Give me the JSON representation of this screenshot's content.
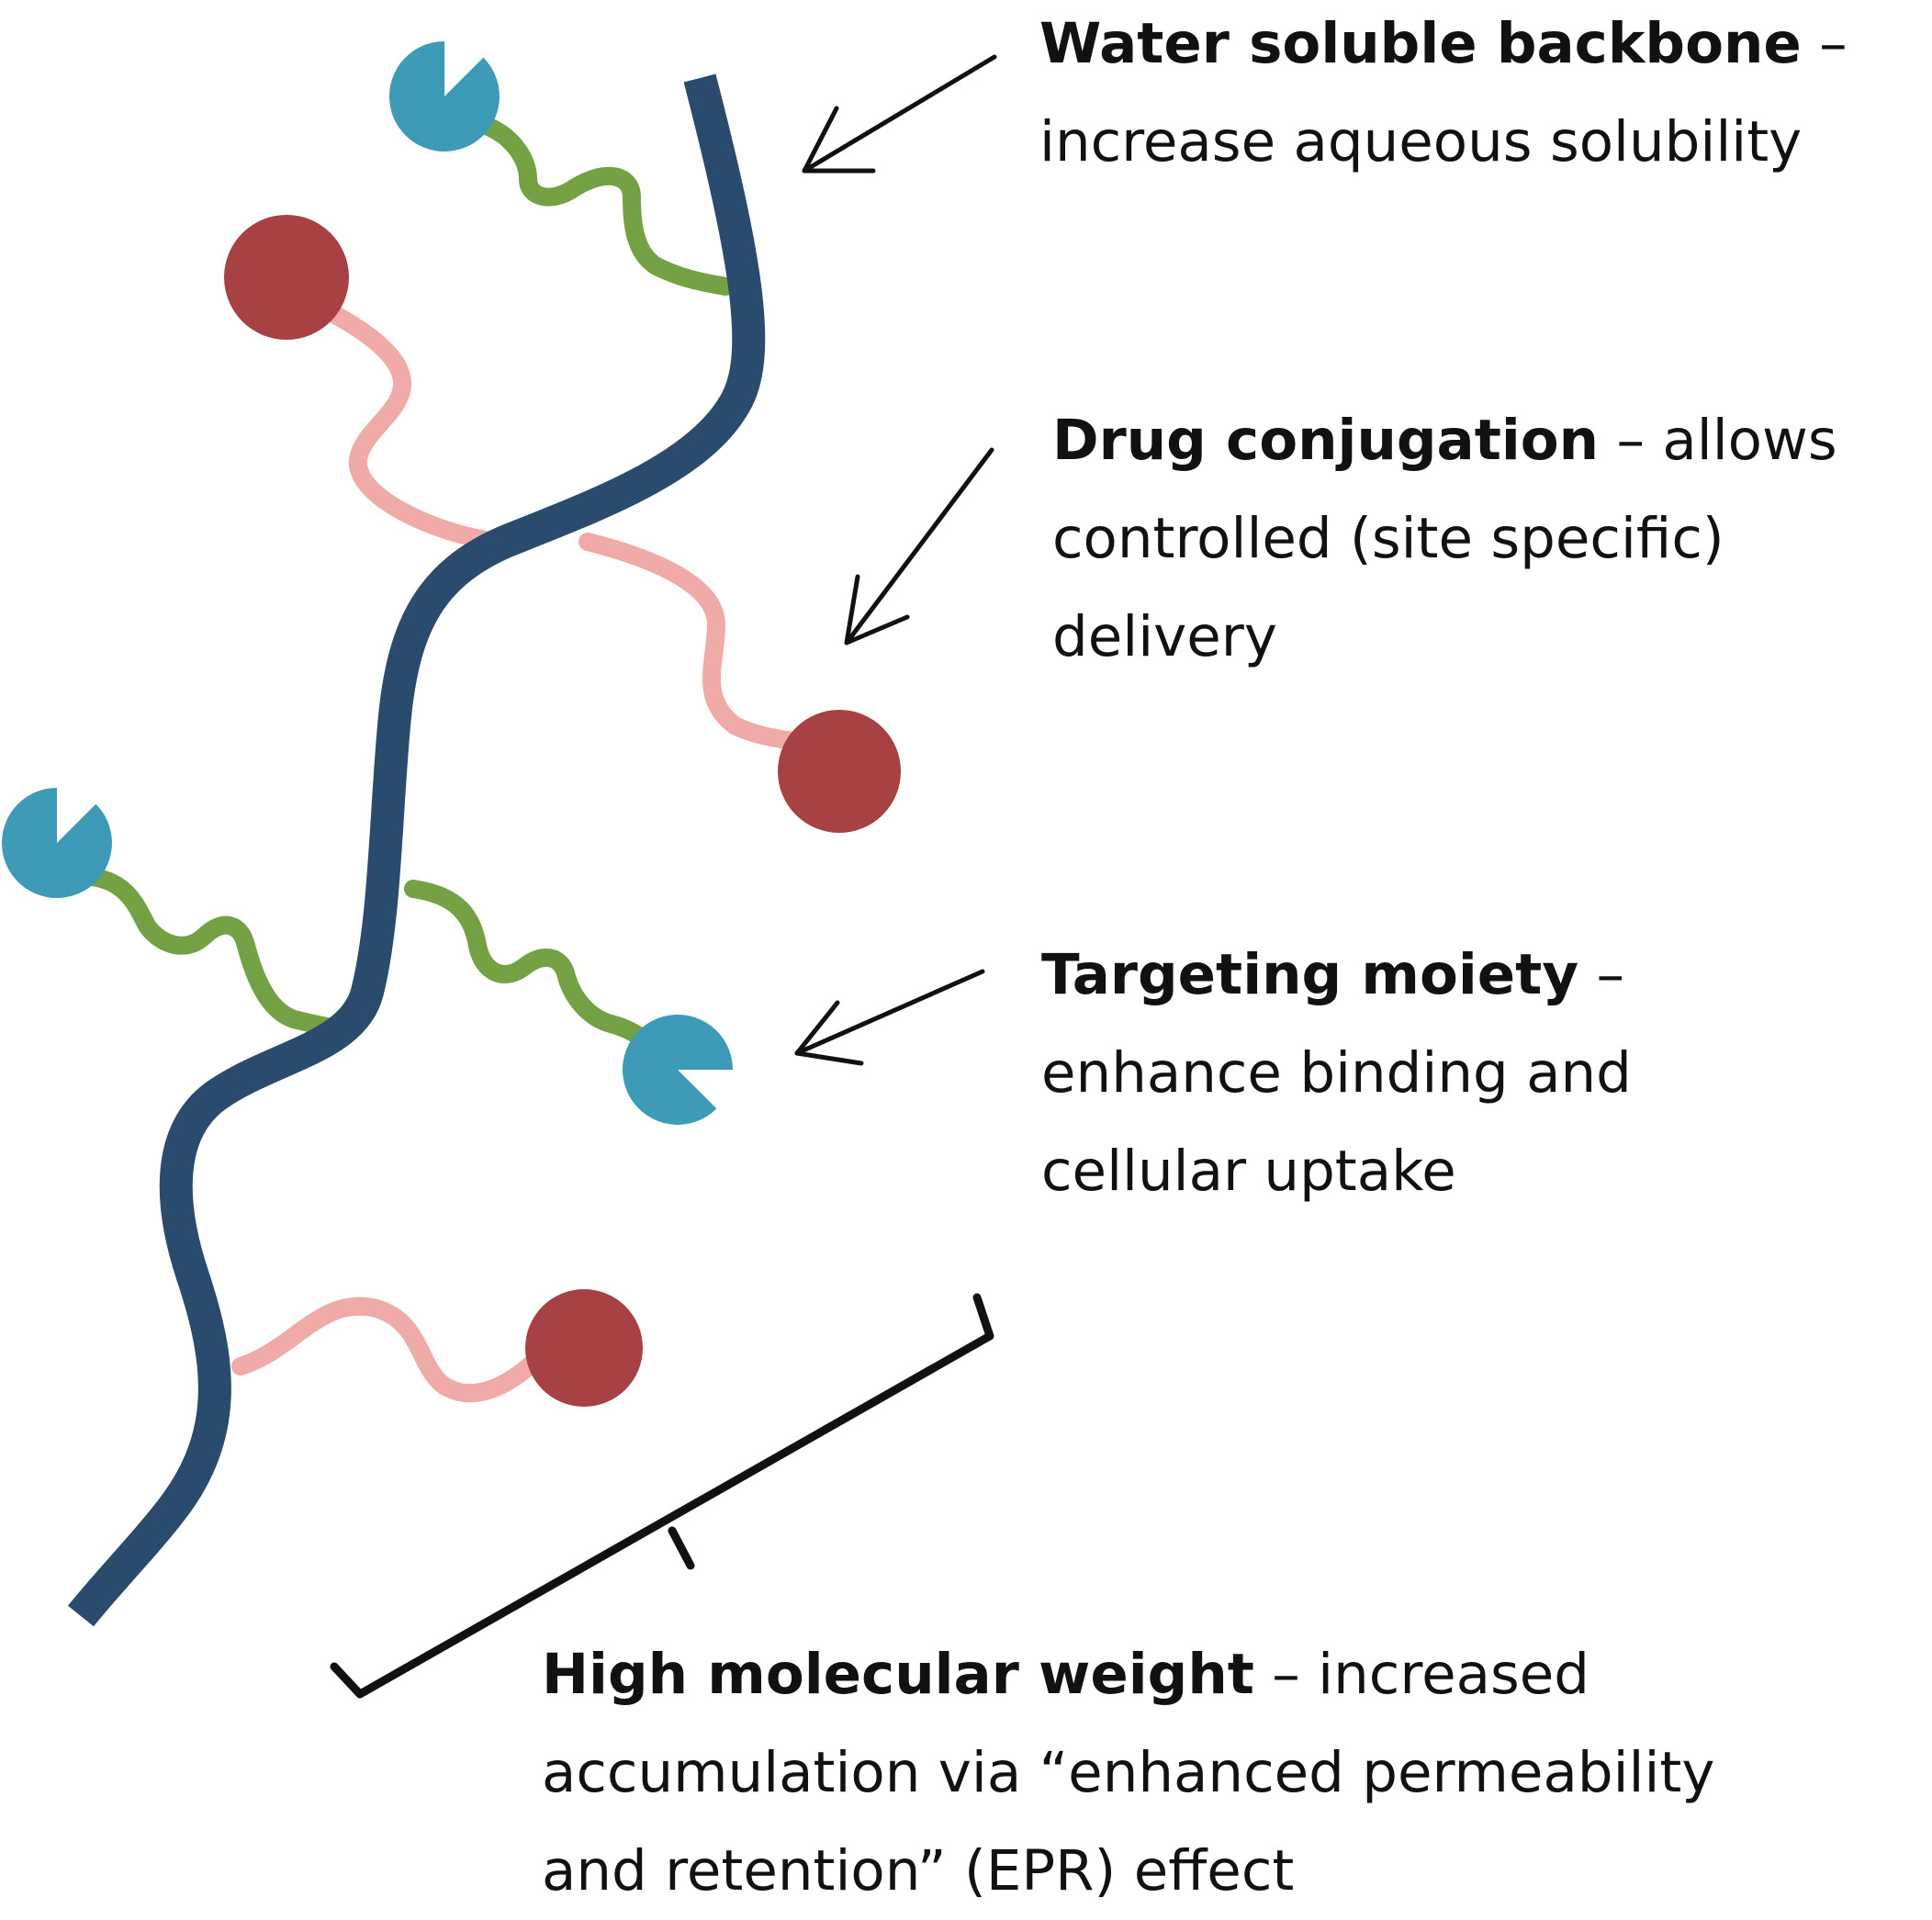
{
  "colors": {
    "backbone": "#2a4a6e",
    "drug_linker": "#f0aaa8",
    "drug": "#a84143",
    "targeting_linker": "#74a143",
    "targeting": "#3d9bb8",
    "ink": "#111111"
  },
  "icons": {
    "drug": "red-circle",
    "targeting_moiety": "pacman-receptor",
    "bracket": "curly-bracket"
  },
  "labels": {
    "backbone": {
      "title": "Water soluble backbone",
      "dash": " –",
      "line2": "increase aqueous solubility"
    },
    "drug": {
      "title": "Drug conjugation",
      "rest": " – allows",
      "line2": "controlled (site specific)",
      "line3": "delivery"
    },
    "targeting": {
      "title": "Targeting moiety",
      "dash": " –",
      "line2": "enhance binding and",
      "line3": "cellular uptake"
    },
    "mw": {
      "title": "High molecular weight",
      "rest": " – increased",
      "line2": "accumulation via “enhanced permeability",
      "line3": "and retention” (EPR) effect"
    }
  }
}
